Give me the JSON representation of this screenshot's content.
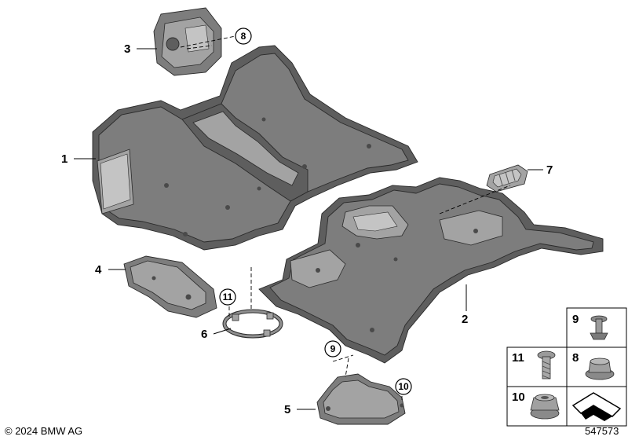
{
  "callouts": {
    "c1": "1",
    "c2": "2",
    "c3": "3",
    "c4": "4",
    "c5": "5",
    "c6": "6",
    "c7": "7"
  },
  "circled": {
    "c8": "8",
    "c9": "9",
    "c10": "10",
    "c11": "11"
  },
  "parts_grid": {
    "cell_9": "9",
    "cell_11": "11",
    "cell_8": "8",
    "cell_10": "10"
  },
  "footer": {
    "copyright": "© 2024 BMW AG",
    "diagram_number": "547573"
  },
  "colors": {
    "part_fill": "#7d7d7d",
    "part_dark": "#5e5e5e",
    "outline": "#2a2a2a"
  }
}
